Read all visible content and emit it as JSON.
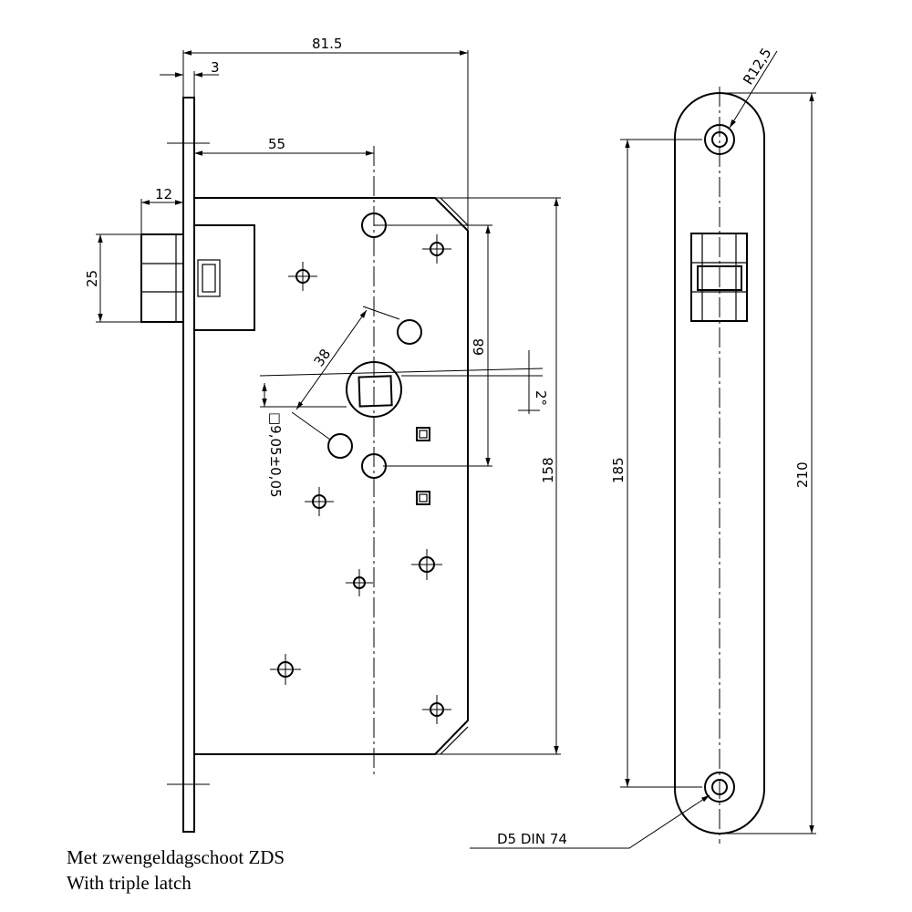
{
  "dimensions": {
    "backset_total": "81.5",
    "faceplate_thickness": "3",
    "backset": "55",
    "latch_projection": "12",
    "latch_height": "25",
    "angle_distance": "38",
    "center_distance": "68",
    "body_height": "158",
    "spindle_square": "□9,05±0,05",
    "angle": "2°",
    "fixing_distance": "185",
    "faceplate_length": "210",
    "corner_radius": "R12,5",
    "screw_spec": "D5 DIN 74"
  },
  "caption": {
    "line1": "Met zwengeldagschoot ZDS",
    "line2": "With triple latch"
  }
}
